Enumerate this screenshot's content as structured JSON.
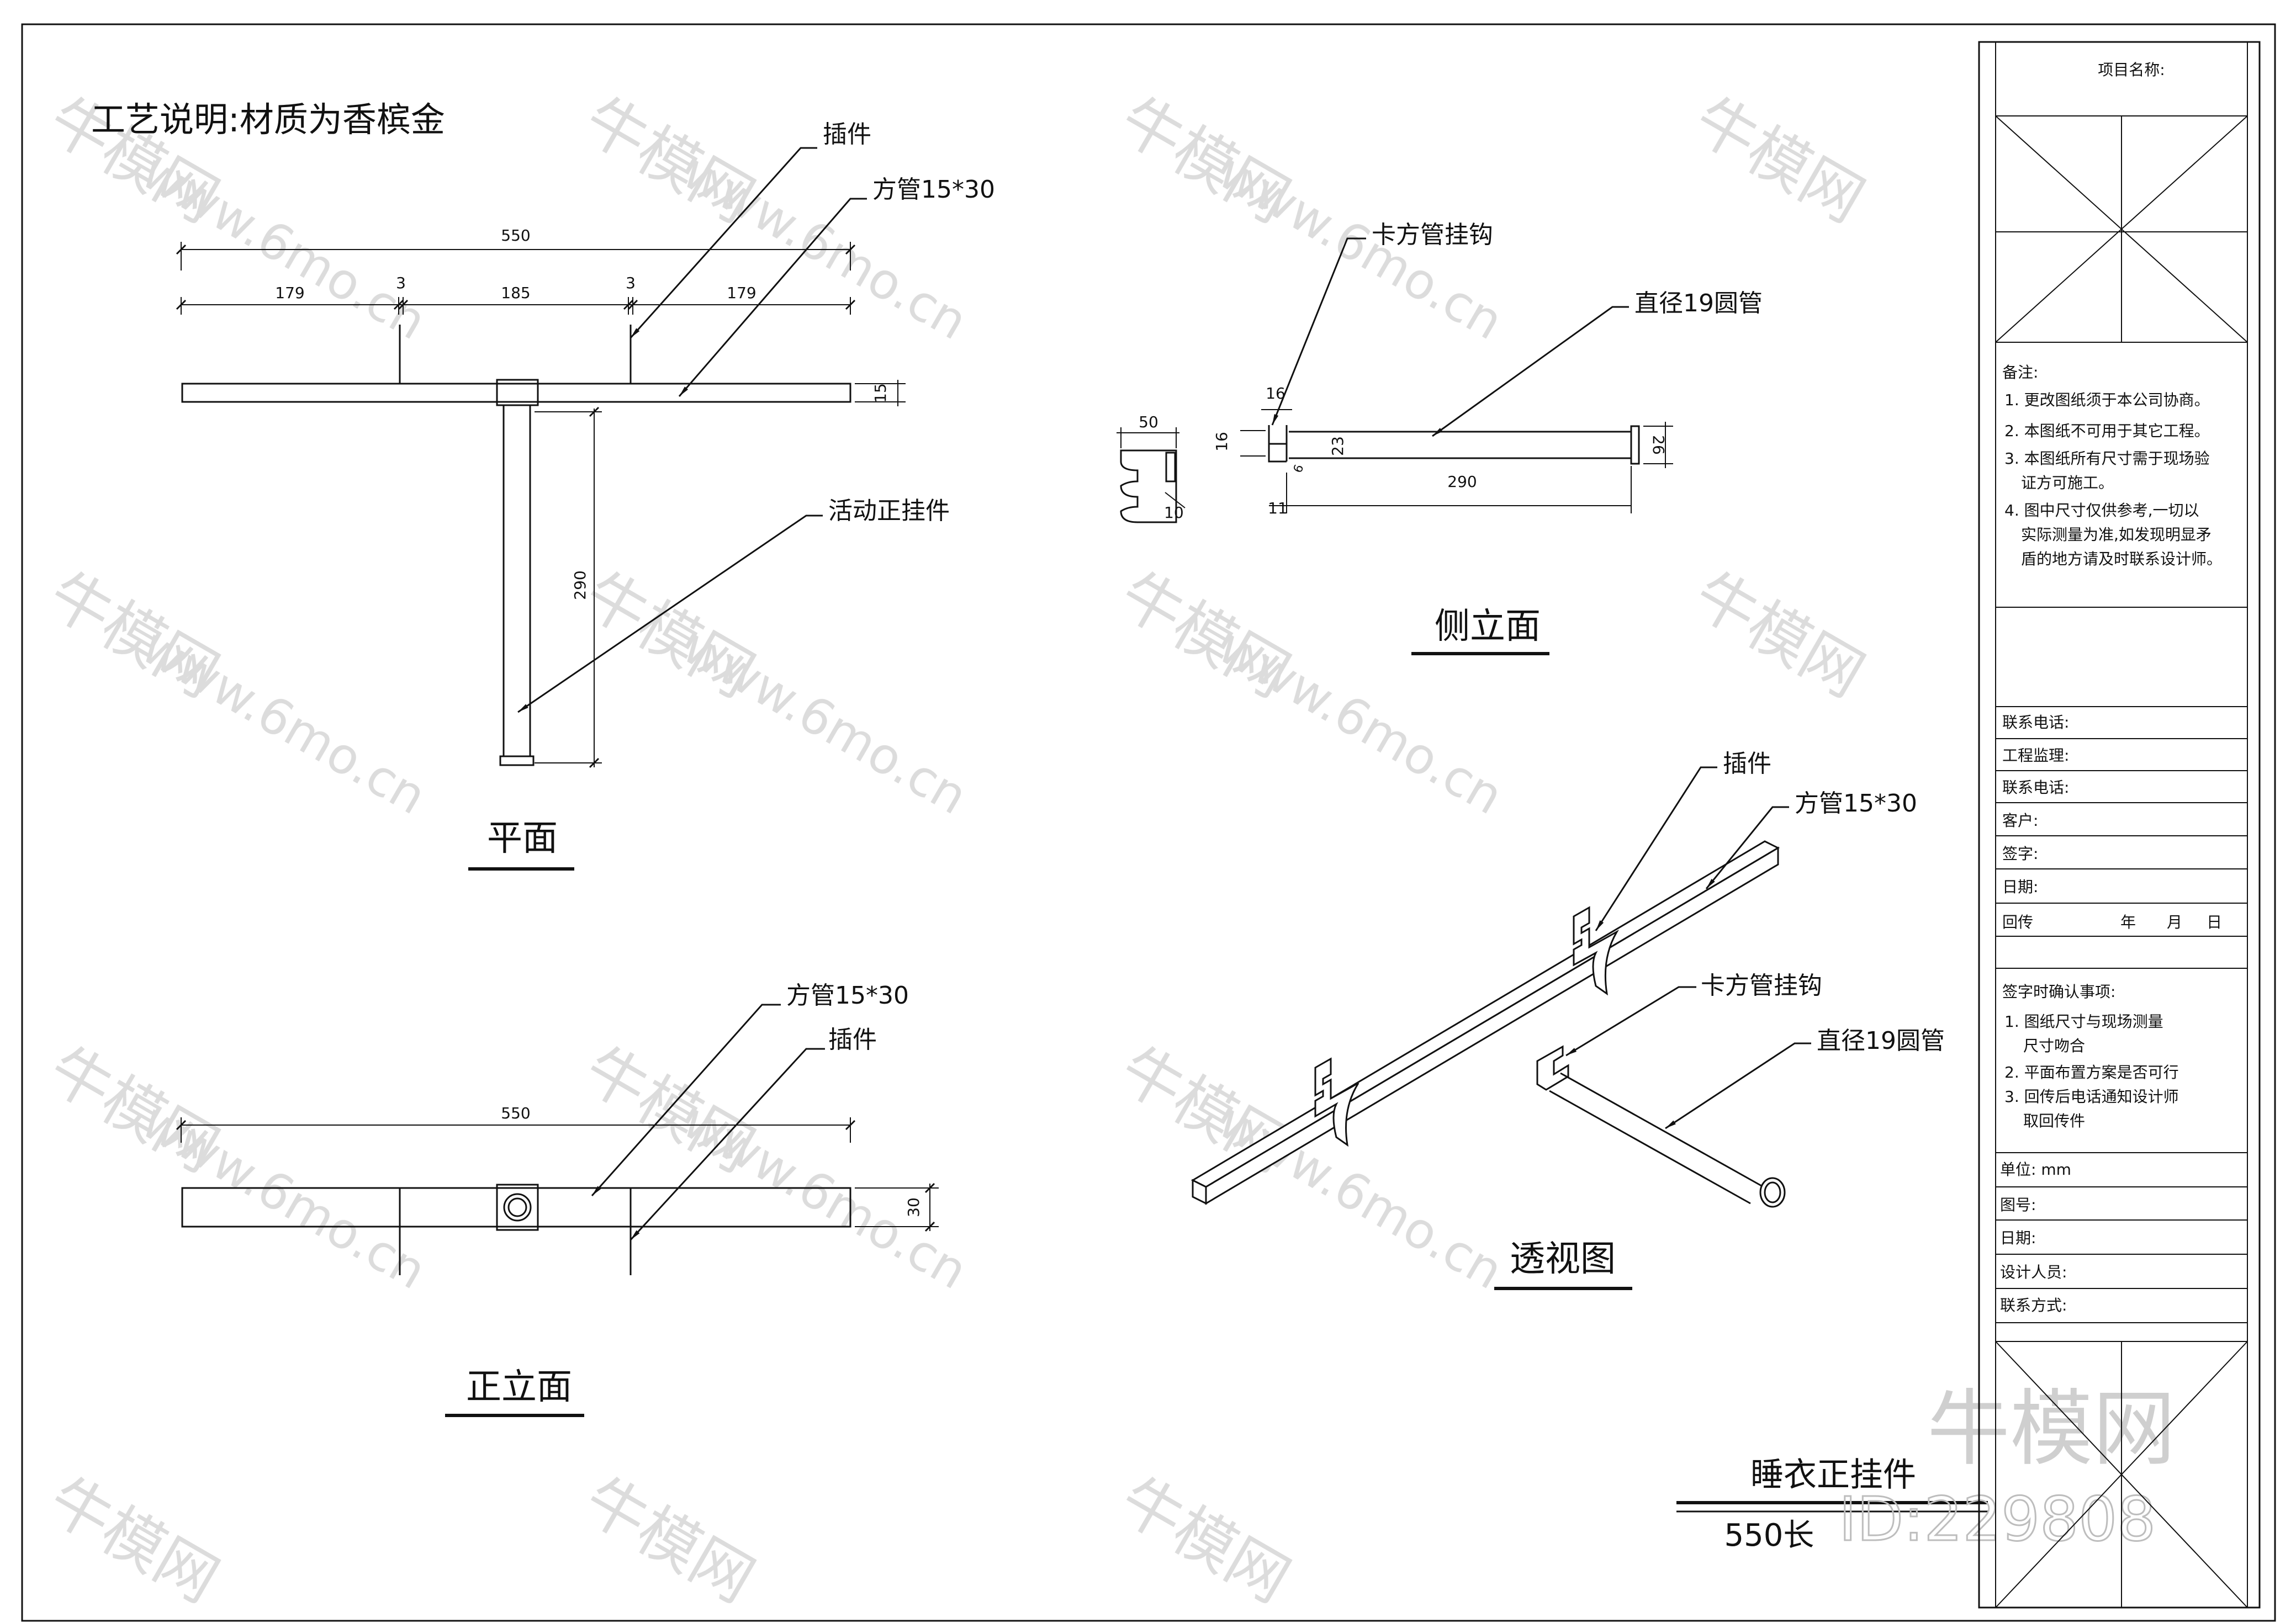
{
  "header": {
    "process_note": "工艺说明:材质为香槟金"
  },
  "views": {
    "plan": {
      "title": "平面",
      "dims": {
        "overall": "550",
        "seg1": "179",
        "gap1": "3",
        "seg2": "185",
        "gap2": "3",
        "seg3": "179",
        "height": "15",
        "arm_length": "290"
      },
      "labels": {
        "insert": "插件",
        "square_tube": "方管15*30",
        "movable_hanger": "活动正挂件"
      }
    },
    "side": {
      "title": "侧立面",
      "dims": {
        "profile_width": "50",
        "profile_slot": "10",
        "hook_top": "16",
        "hook_side": "16",
        "hook_inner": "23",
        "hook_bottom": "11",
        "hook_r": "6",
        "tube_length": "290",
        "tube_dia": "26"
      },
      "labels": {
        "hook": "卡方管挂钩",
        "round_tube": "直径19圆管"
      }
    },
    "front": {
      "title": "正立面",
      "dims": {
        "overall": "550",
        "height": "30"
      },
      "labels": {
        "square_tube": "方管15*30",
        "insert": "插件"
      }
    },
    "perspective": {
      "title": "透视图",
      "labels": {
        "insert": "插件",
        "square_tube": "方管15*30",
        "hook": "卡方管挂钩",
        "round_tube": "直径19圆管"
      }
    }
  },
  "product": {
    "name": "睡衣正挂件",
    "length": "550长"
  },
  "title_block": {
    "project_name": "项目名称:",
    "notes_title": "备注:",
    "notes": [
      "1. 更改图纸须于本公司协商。",
      "2. 本图纸不可用于其它工程。",
      "3. 本图纸所有尺寸需于现场验",
      "证方可施工。",
      "4. 图中尺寸仅供参考,一切以",
      "实际测量为准,如发现明显矛",
      "盾的地方请及时联系设计师。"
    ],
    "fields": [
      "联系电话:",
      "工程监理:",
      "联系电话:",
      "客户:",
      "签字:",
      "日期:"
    ],
    "return_row": {
      "label": "回传",
      "year": "年",
      "month": "月",
      "day": "日"
    },
    "confirm_title": "签字时确认事项:",
    "confirm_items": [
      "1. 图纸尺寸与现场测量",
      "尺寸吻合",
      "2. 平面布置方案是否可行",
      "3. 回传后电话通知设计师",
      "取回传件"
    ],
    "fields2": [
      "单位: mm",
      "图号:",
      "日期:",
      "设计人员:",
      "联系方式:"
    ]
  },
  "watermark": {
    "brand": "牛模网",
    "site": "www.6mo.cn",
    "id": "ID:229808"
  }
}
